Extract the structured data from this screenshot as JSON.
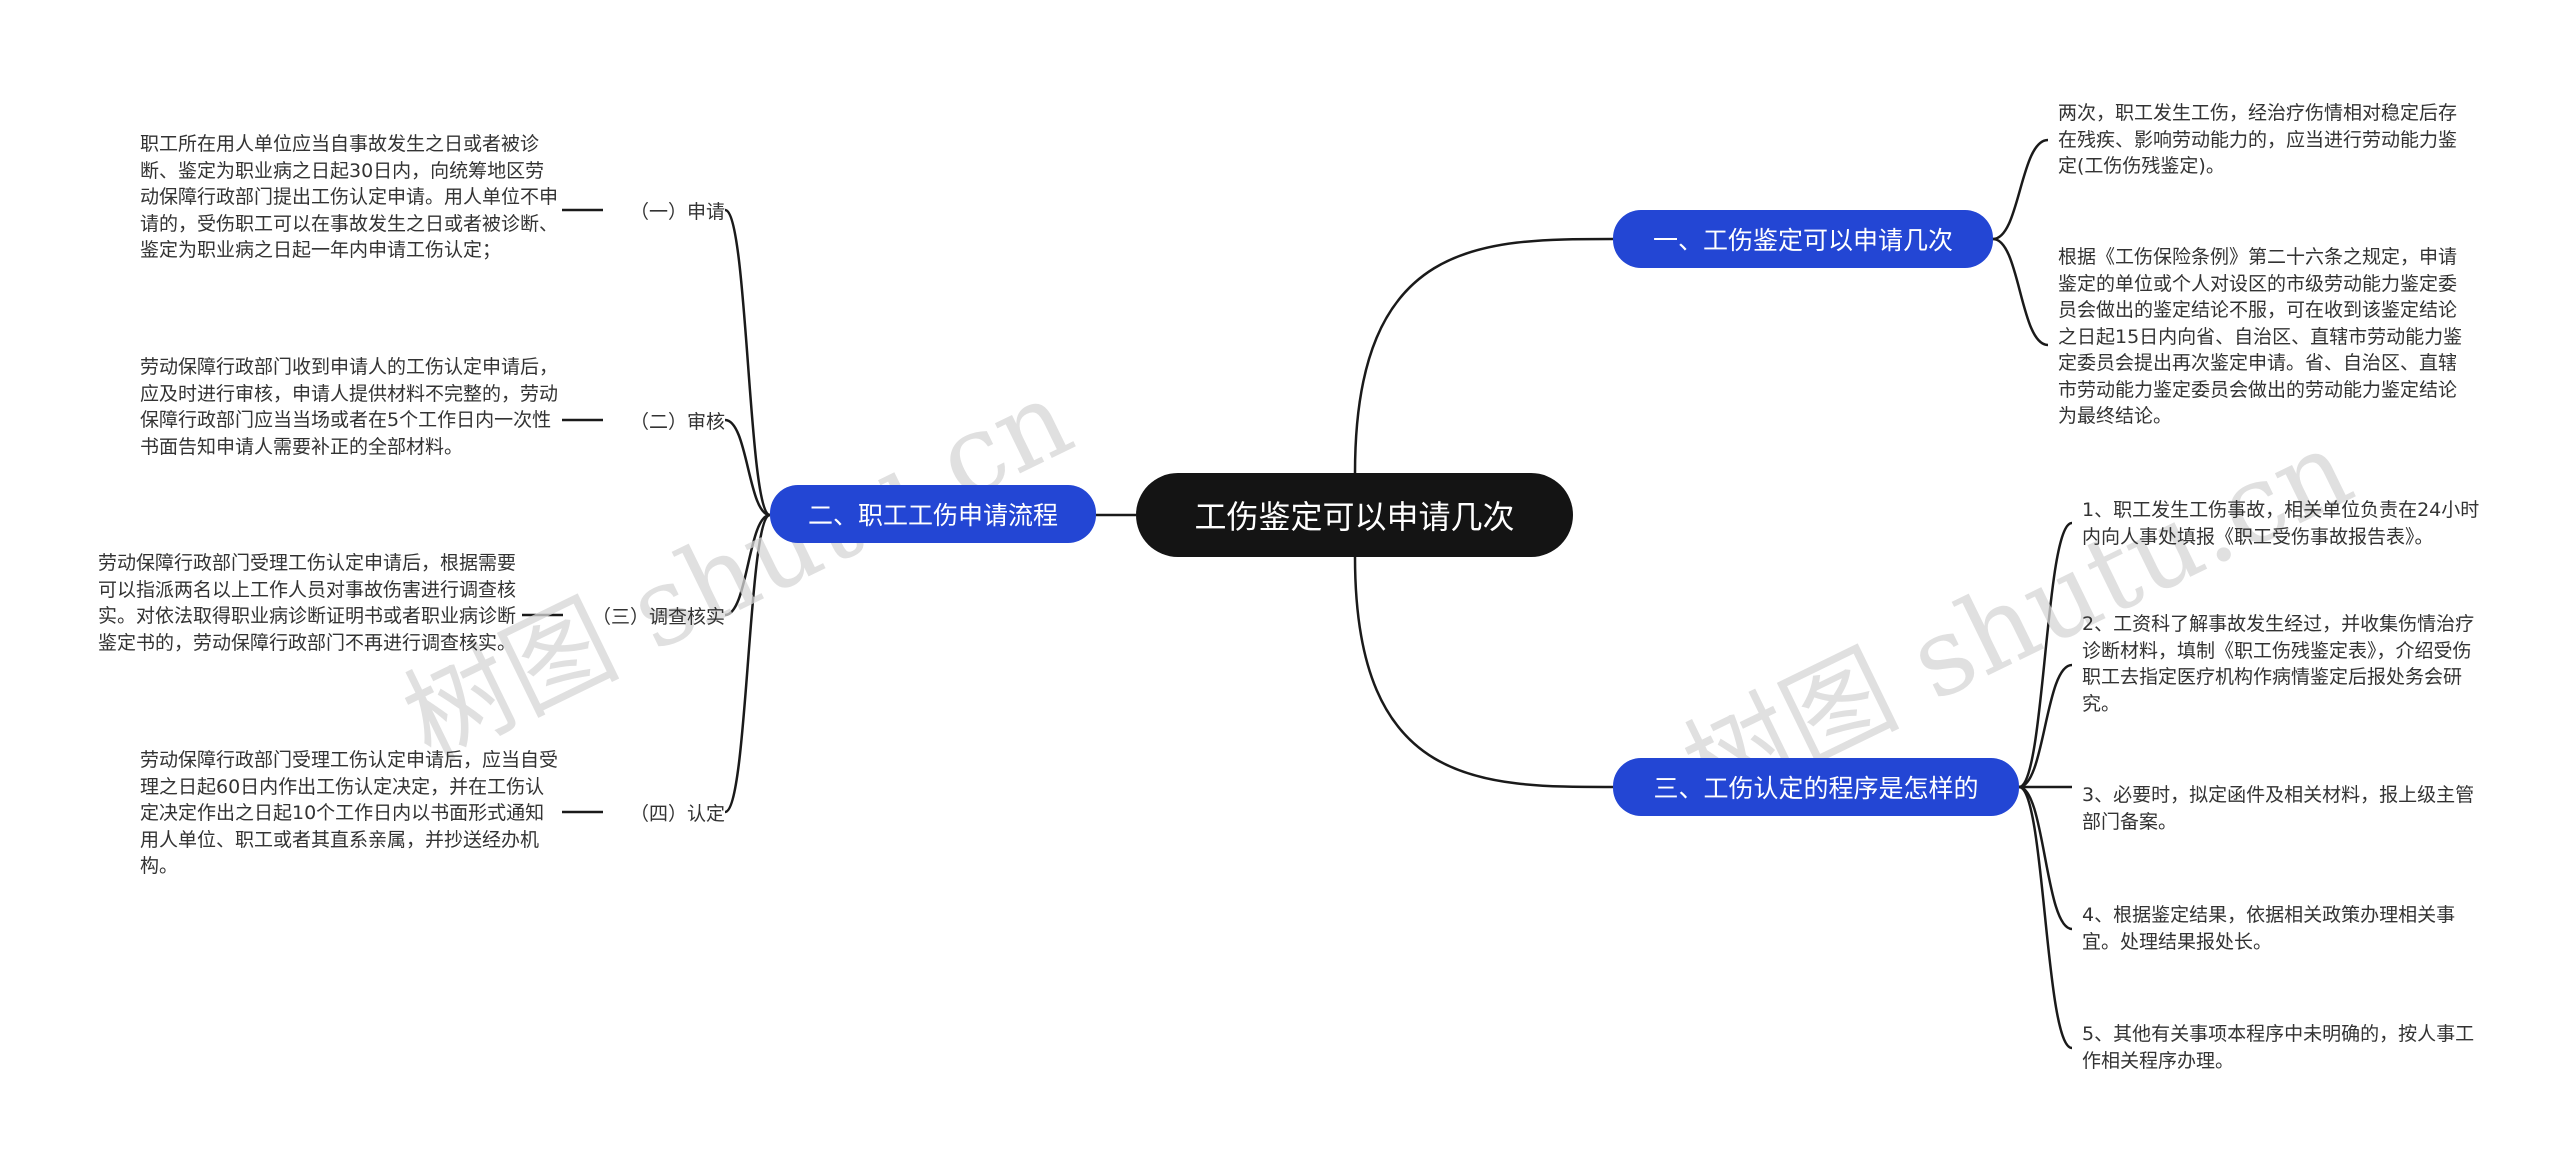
{
  "root": {
    "label": "工伤鉴定可以申请几次"
  },
  "branches": {
    "one": {
      "label": "一、工伤鉴定可以申请几次",
      "leaves": [
        "两次，职工发生工伤，经治疗伤情相对稳定后存在残疾、影响劳动能力的，应当进行劳动能力鉴定(工伤伤残鉴定)。",
        "根据《工伤保险条例》第二十六条之规定，申请鉴定的单位或个人对设区的市级劳动能力鉴定委员会做出的鉴定结论不服，可在收到该鉴定结论之日起15日内向省、自治区、直辖市劳动能力鉴定委员会提出再次鉴定申请。省、自治区、直辖市劳动能力鉴定委员会做出的劳动能力鉴定结论为最终结论。"
      ]
    },
    "two": {
      "label": "二、职工工伤申请流程",
      "subs": [
        {
          "label": "（一）申请",
          "leaf": "职工所在用人单位应当自事故发生之日或者被诊断、鉴定为职业病之日起30日内，向统筹地区劳动保障行政部门提出工伤认定申请。用人单位不申请的，受伤职工可以在事故发生之日或者被诊断、鉴定为职业病之日起一年内申请工伤认定；"
        },
        {
          "label": "（二）审核",
          "leaf": "劳动保障行政部门收到申请人的工伤认定申请后，应及时进行审核，申请人提供材料不完整的，劳动保障行政部门应当当场或者在5个工作日内一次性书面告知申请人需要补正的全部材料。"
        },
        {
          "label": "（三）调查核实",
          "leaf": "劳动保障行政部门受理工伤认定申请后，根据需要可以指派两名以上工作人员对事故伤害进行调查核实。对依法取得职业病诊断证明书或者职业病诊断鉴定书的，劳动保障行政部门不再进行调查核实。"
        },
        {
          "label": "（四）认定",
          "leaf": "劳动保障行政部门受理工伤认定申请后，应当自受理之日起60日内作出工伤认定决定，并在工伤认定决定作出之日起10个工作日内以书面形式通知用人单位、职工或者其直系亲属，并抄送经办机构。"
        }
      ]
    },
    "three": {
      "label": "三、工伤认定的程序是怎样的",
      "leaves": [
        "1、职工发生工伤事故，相关单位负责在24小时内向人事处填报《职工受伤事故报告表》。",
        "2、工资科了解事故发生经过，并收集伤情治疗诊断材料，填制《职工伤残鉴定表》，介绍受伤职工去指定医疗机构作病情鉴定后报处务会研究。",
        "3、必要时，拟定函件及相关材料，报上级主管部门备案。",
        "4、根据鉴定结果，依据相关政策办理相关事宜。处理结果报处长。",
        "5、其他有关事项本程序中未明确的，按人事工作相关程序办理。"
      ]
    }
  },
  "watermarks": [
    "树图 shutu.cn",
    "树图 shutu.cn"
  ],
  "colors": {
    "root_bg": "#141414",
    "branch_bg": "#2346d4",
    "line": "#1a1a1a",
    "text": "#333333"
  }
}
